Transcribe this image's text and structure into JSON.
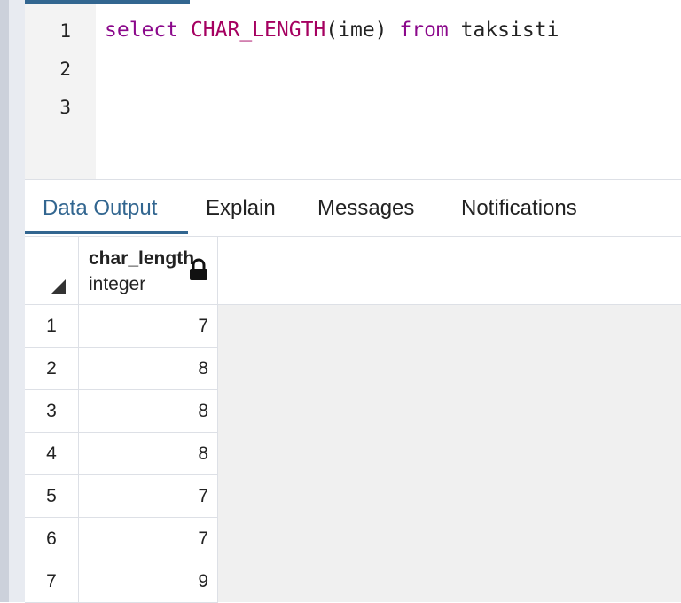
{
  "editor": {
    "line_numbers": [
      "1",
      "2",
      "3"
    ],
    "query": {
      "kw_select": "select",
      "fn_name": "CHAR_LENGTH",
      "args": "(ime)",
      "kw_from": "from",
      "table": "taksisti"
    }
  },
  "tabs": [
    {
      "label": "Data Output",
      "active": true
    },
    {
      "label": "Explain",
      "active": false
    },
    {
      "label": "Messages",
      "active": false
    },
    {
      "label": "Notifications",
      "active": false
    }
  ],
  "grid": {
    "column": {
      "name": "char_length",
      "type": "integer"
    },
    "rows": [
      {
        "num": "1",
        "value": "7"
      },
      {
        "num": "2",
        "value": "8"
      },
      {
        "num": "3",
        "value": "8"
      },
      {
        "num": "4",
        "value": "8"
      },
      {
        "num": "5",
        "value": "7"
      },
      {
        "num": "6",
        "value": "7"
      },
      {
        "num": "7",
        "value": "9"
      }
    ]
  },
  "colors": {
    "accent": "#326690",
    "keyword": "#8b088b",
    "function": "#a50060"
  },
  "icons": {
    "lock": "lock-icon",
    "sort_corner": "corner-triangle-icon"
  }
}
